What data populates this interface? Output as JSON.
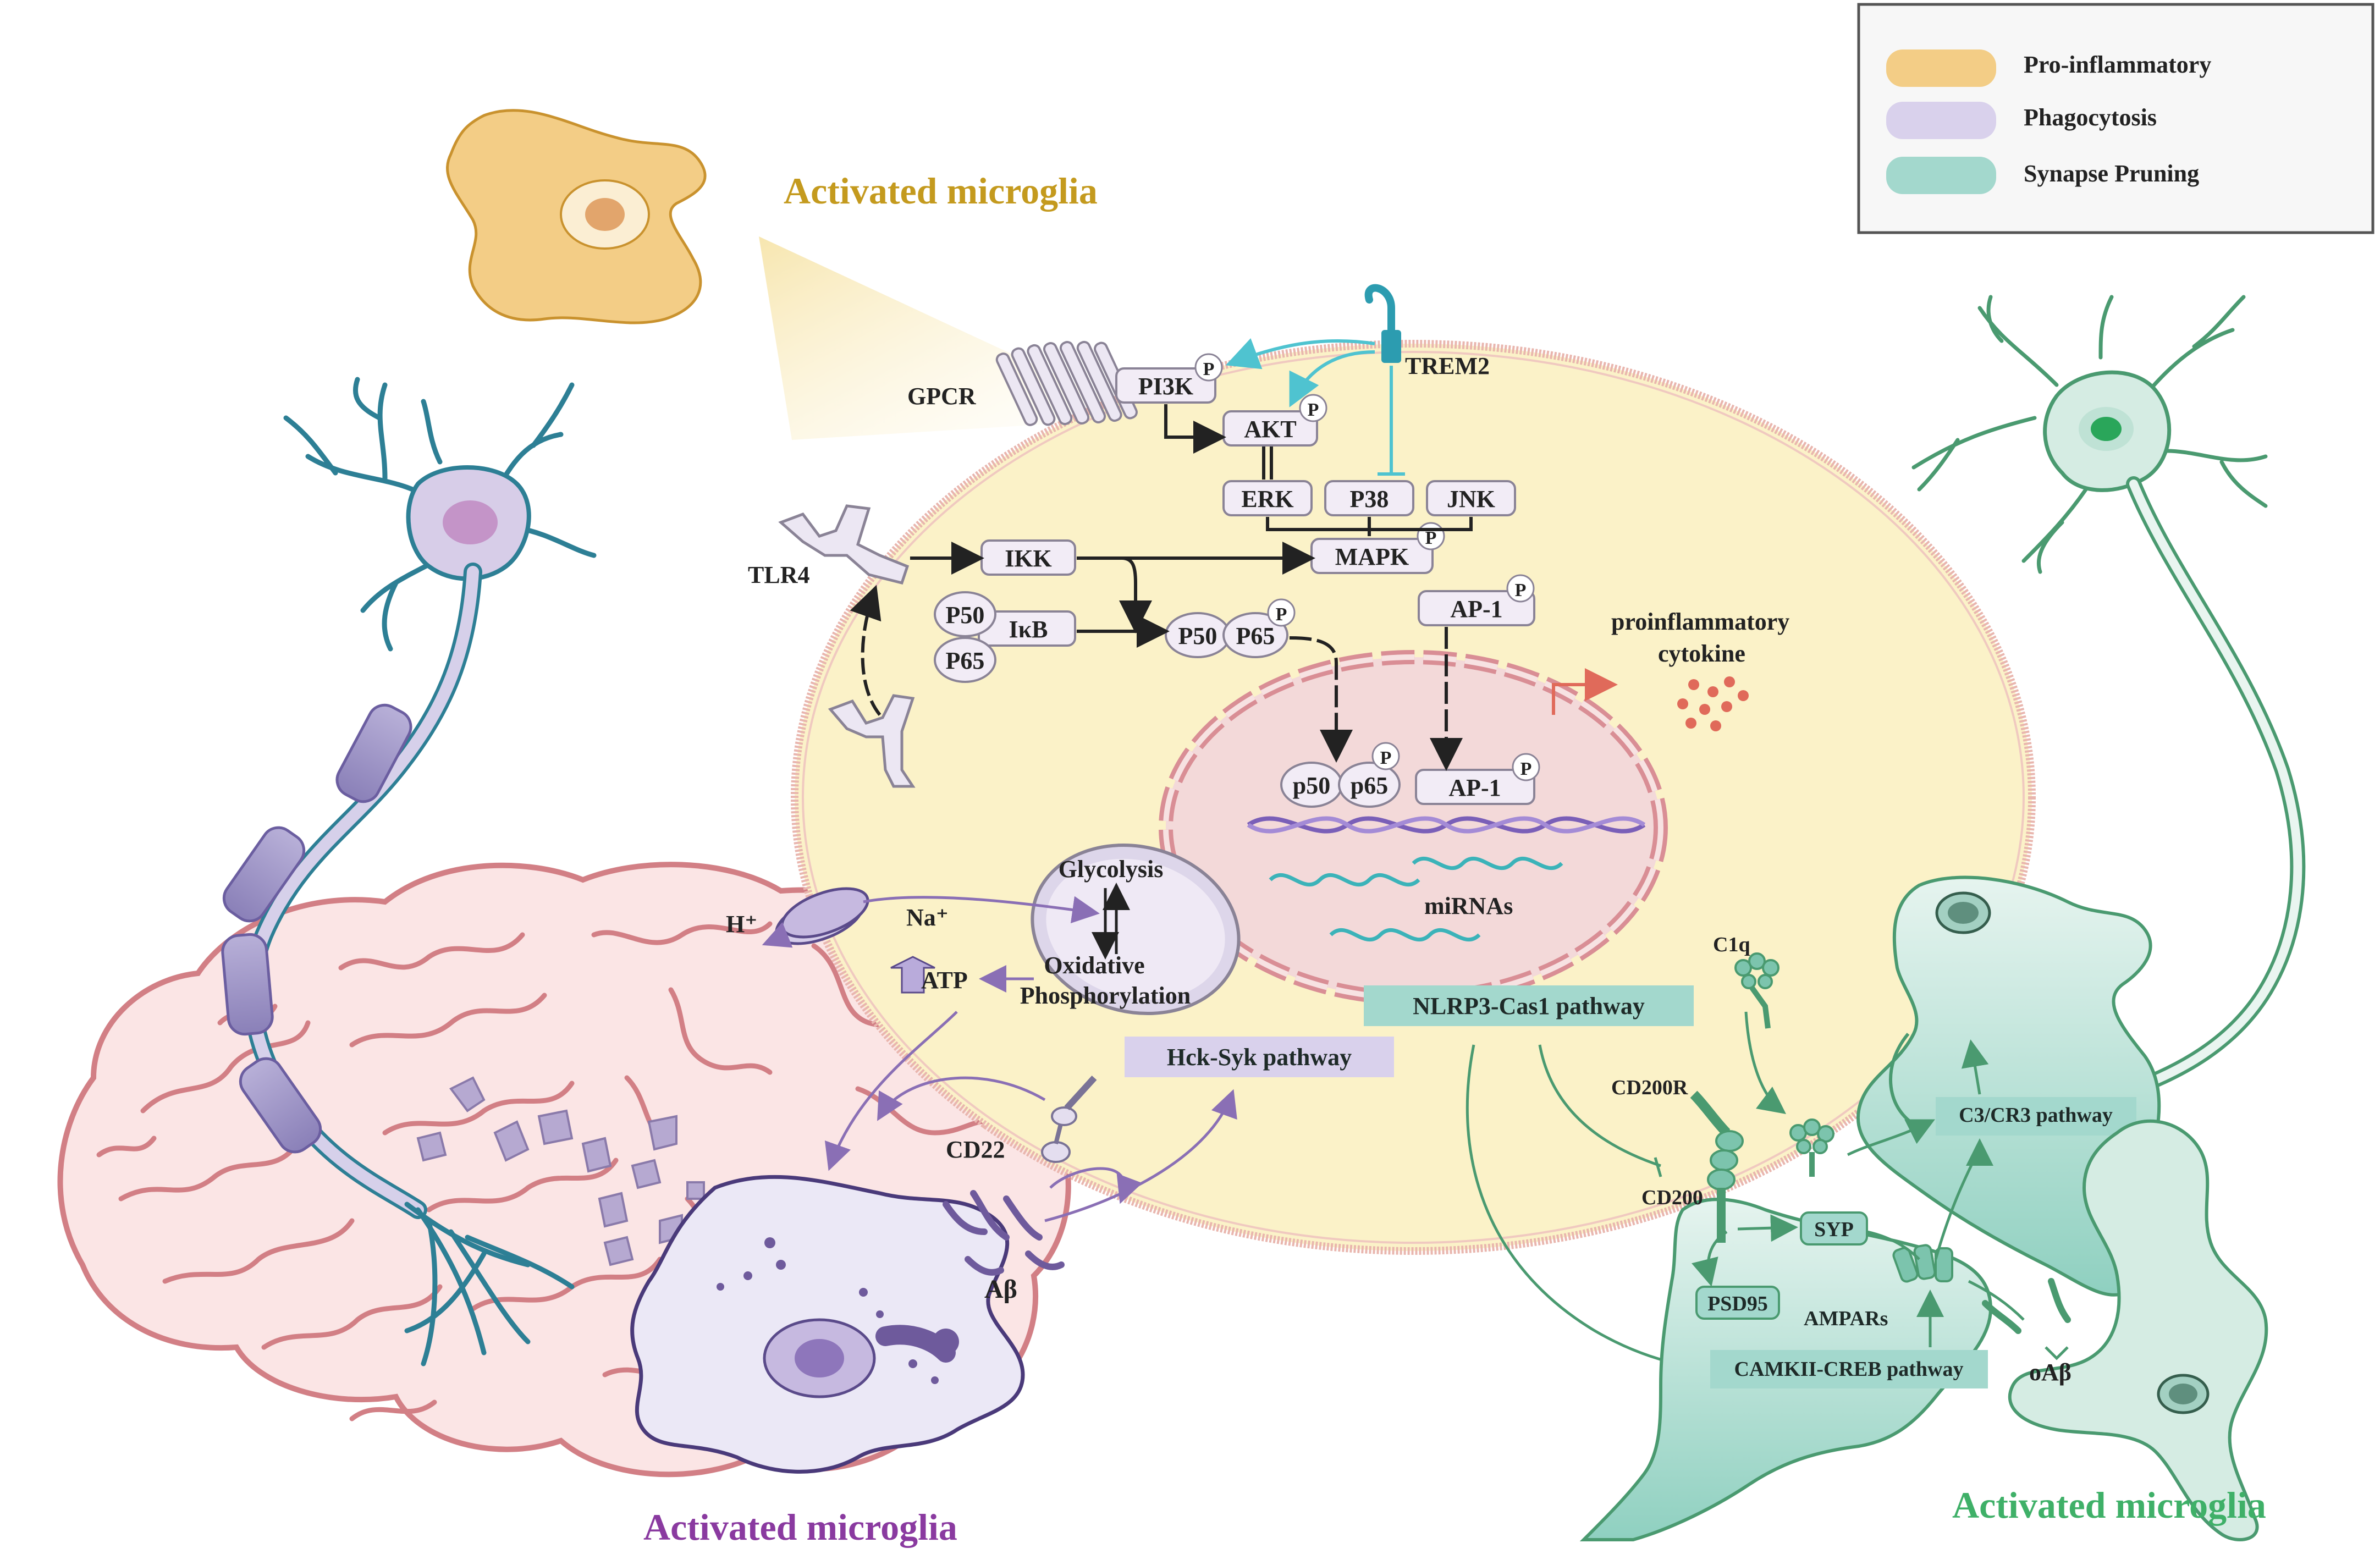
{
  "colors": {
    "pro_inflammatory": "#f3cd86",
    "phagocytosis": "#d9d1ec",
    "synapse_pruning": "#a3d8cd",
    "cell_fill": "#fbf2c8",
    "nucleus_fill": "#f3d9d9",
    "purple_title": "#8a3aa0",
    "gold_title": "#c49a1e",
    "green_title": "#3fb068"
  },
  "legend": {
    "items": [
      {
        "label": "Pro-inflammatory",
        "color": "#f3cd86"
      },
      {
        "label": "Phagocytosis",
        "color": "#d9d1ec"
      },
      {
        "label": "Synapse Pruning",
        "color": "#a3d8cd"
      }
    ]
  },
  "titles": {
    "top": "Activated microglia",
    "bottom_left": "Activated microglia",
    "bottom_right": "Activated microglia"
  },
  "receptors": {
    "gpcr": "GPCR",
    "trem2": "TREM2",
    "tlr4": "TLR4",
    "cd22": "CD22",
    "cd200r": "CD200R",
    "cd200": "CD200",
    "c1q": "C1q"
  },
  "nodes": {
    "pi3k": "PI3K",
    "akt": "AKT",
    "erk": "ERK",
    "p38": "P38",
    "jnk": "JNK",
    "mapk": "MAPK",
    "ikk": "IKK",
    "p50": "P50",
    "p65": "P65",
    "ikb": "IκB",
    "p50b": "P50",
    "p65b": "P65",
    "ap1": "AP-1",
    "p50n": "p50",
    "p65n": "p65",
    "ap1n": "AP-1",
    "phospho": "P"
  },
  "labels": {
    "proinflammatory": "proinflammatory",
    "cytokine": "cytokine",
    "mirnas": "miRNAs",
    "glycolysis": "Glycolysis",
    "oxidative": "Oxidative",
    "phosphorylation": "Phosphorylation",
    "hplus": "H⁺",
    "naplus": "Na⁺",
    "atp": "ATP",
    "abeta": "Aβ",
    "oabeta": "oAβ",
    "syp": "SYP",
    "psd95": "PSD95",
    "ampars": "AMPARs"
  },
  "pathways": {
    "nlrp3": "NLRP3-Cas1 pathway",
    "hck_syk": "Hck-Syk pathway",
    "c3cr3": "C3/CR3 pathway",
    "camkii": "CAMKII-CREB pathway"
  }
}
